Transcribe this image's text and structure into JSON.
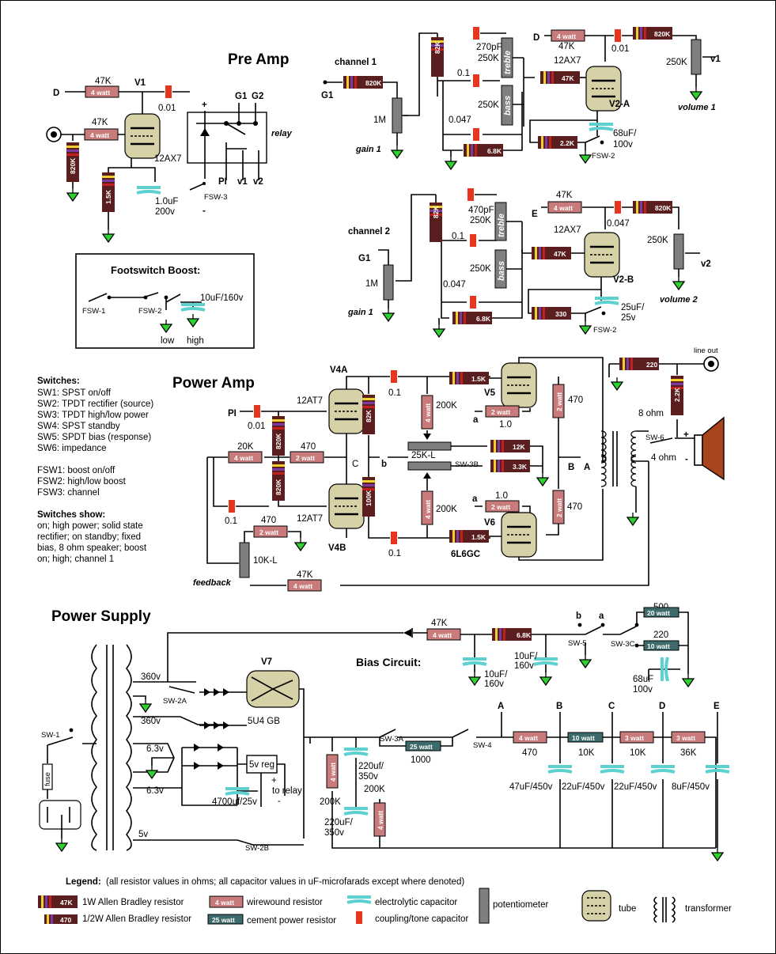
{
  "sections": {
    "preamp": "Pre Amp",
    "power_amp": "Power Amp",
    "power_supply": "Power Supply",
    "bias": "Bias Circuit:",
    "footswitch": "Footswitch Boost:"
  },
  "switches": {
    "heading": "Switches:",
    "lines": [
      "SW1:  SPST  on/off",
      "SW2:  TPDT  rectifier (source)",
      "SW3:  TPDT  high/low power",
      "SW4:  SPST  standby",
      "SW5:  SPDT  bias (response)",
      "SW6:  impedance",
      "",
      "FSW1:  boost on/off",
      "FSW2:  high/low boost",
      "FSW3:  channel"
    ]
  },
  "switches_show": {
    "heading": "Switches show:",
    "lines": [
      "on; high power; solid state",
      "rectifier; on standby; fixed",
      "bias, 8 ohm speaker; boost",
      "on; high; channel 1"
    ]
  },
  "legend": {
    "title": "Legend:",
    "note": "(all resistor values in ohms; all capacitor values in uF-microfarads except where denoted)",
    "ab1w": "1W Allen Bradley resistor",
    "ab12w": "1/2W Allen Bradley resistor",
    "wirewound": "wirewound resistor",
    "cement": "cement power resistor",
    "electrolytic": "electrolytic capacitor",
    "coupling": "coupling/tone capacitor",
    "pot": "potentiometer",
    "tube": "tube",
    "transformer": "transformer",
    "r47k": "47K",
    "r470": "470",
    "w4": "4 watt",
    "w25": "25 watt"
  },
  "colors": {
    "wirewound": "#c97a7a",
    "cement": "#3d6b6b",
    "electrolytic": "#5fd0d0",
    "coupling": "#e8361e",
    "tube": "#d6d1a6",
    "ground": "#2fd12f",
    "pot": "#7f7f7f",
    "ab_body": "#5a1e1e",
    "speaker": "#a8451c"
  },
  "labels": {
    "D": "D",
    "E": "E",
    "G1": "G1",
    "G2": "G2",
    "PI": "PI",
    "v1": "v1",
    "v2": "v2",
    "A": "A",
    "B": "B",
    "C": "C",
    "a": "a",
    "b": "b",
    "plus": "+",
    "minus": "-",
    "V1": "V1",
    "V2A": "V2-A",
    "V2B": "V2-B",
    "V4A": "V4A",
    "V4B": "V4B",
    "V5": "V5",
    "V6": "V6",
    "V7": "V7",
    "t12AX7": "12AX7",
    "t12AT7": "12AT7",
    "t6L6GC": "6L6GC",
    "t5U4": "5U4 GB",
    "relay": "relay",
    "ch1": "channel 1",
    "ch2": "channel 2",
    "gain1": "gain 1",
    "vol1": "volume 1",
    "vol2": "volume 2",
    "feedback": "feedback",
    "r47K": "47K",
    "r820K": "820K",
    "r15K": "1.5K",
    "r82K": "82K",
    "r250K": "250K",
    "r1M": "1M",
    "r68K": "6.8K",
    "r22K": "2.2K",
    "r330": "330",
    "r20K": "20K",
    "r470": "470",
    "r100K": "100K",
    "r200K": "200K",
    "r25KL": "25K-L",
    "r12K": "12K",
    "r33K": "3.3K",
    "r10KL": "10K-L",
    "r220": "220",
    "r500": "500",
    "r1000": "1000",
    "r10K": "10K",
    "r36K": "36K",
    "c001": "0.01",
    "c1uF": "1.0uF",
    "c200v": "200v",
    "c270": "270pF",
    "c470": "470pF",
    "c01": "0.1",
    "c0047": "0.047",
    "c047": "0.047",
    "c68uF": "68uF/",
    "c100v": "100v",
    "c25uF": "25uF/",
    "c25v": "25v",
    "c10uF160": "10uF/160v",
    "c10": "1.0",
    "c10uF": "10uF/",
    "c160v": "160v",
    "c68uF2": "68uF",
    "c100v2": "100v",
    "c220uf": "220uf/",
    "c350v": "350v",
    "c220uF": "220uF/",
    "c4700": "4700uf/25v",
    "c47": "47uF/450v",
    "c22": "22uF/450v",
    "c8": "8uF/450v",
    "treble": "treble",
    "bass": "bass",
    "low": "low",
    "high": "high",
    "lineout": "line out",
    "ohm8": "8 ohm",
    "ohm4": "4 ohm",
    "v360": "360v",
    "v63": "6.3v",
    "v5": "5v",
    "reg": "5v reg",
    "torelay": "to relay",
    "fuse": "fuse",
    "w4": "4 watt",
    "w2": "2 watt",
    "w3": "3 watt",
    "w10": "10 watt",
    "w20": "20 watt",
    "w25": "25 watt",
    "FSW1": "FSW-1",
    "FSW2": "FSW-2",
    "FSW3": "FSW-3",
    "SW1": "SW-1",
    "SW2A": "SW-2A",
    "SW2B": "SW-2B",
    "SW3A": "SW-3A",
    "SW3B": "SW-3B",
    "SW3C": "SW-3C",
    "SW4": "SW-4",
    "SW5": "SW-5",
    "SW6": "SW-6"
  }
}
